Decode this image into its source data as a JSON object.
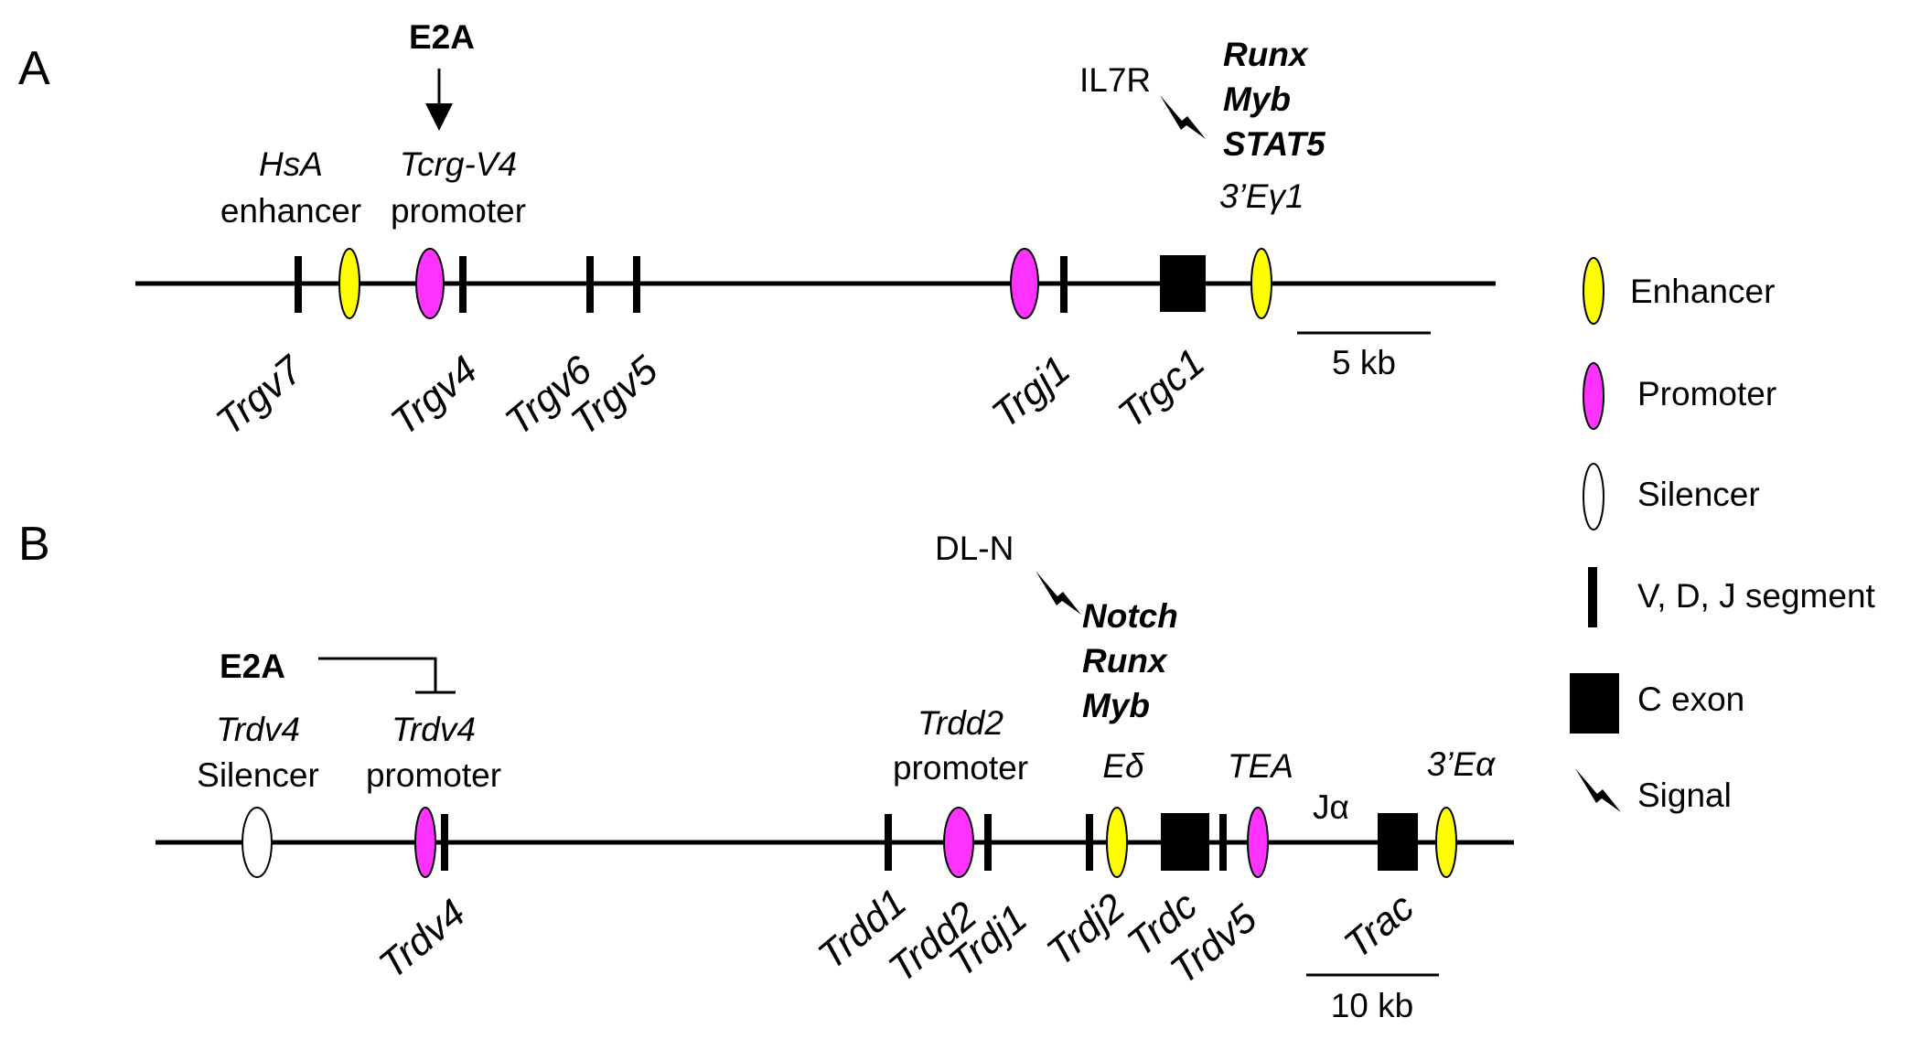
{
  "colors": {
    "enhancer": "#ffff00",
    "promoter": "#ff33ff",
    "silencer": "#ffffff",
    "line": "#000000"
  },
  "panel_a": {
    "letter": "A",
    "e2a": "E2A",
    "hsa_line1": "HsA",
    "hsa_line2": "enhancer",
    "tcrg_line1": "Tcrg-V4",
    "tcrg_line2": "promoter",
    "il7r": "IL7R",
    "tf1": "Runx",
    "tf2": "Myb",
    "tf3": "STAT5",
    "e3g1": "3’Eγ1",
    "genes": [
      "Trgv7",
      "Trgv4",
      "Trgv6",
      "Trgv5",
      "Trgj1",
      "Trgc1"
    ],
    "scale": "5 kb"
  },
  "panel_b": {
    "letter": "B",
    "dln": "DL-N",
    "tf1": "Notch",
    "tf2": "Runx",
    "tf3": "Myb",
    "e2a": "E2A",
    "sil_line1": "Trdv4",
    "sil_line2": "Silencer",
    "prom_line1": "Trdv4",
    "prom_line2": "promoter",
    "trdd2_line1": "Trdd2",
    "trdd2_line2": "promoter",
    "edelta": "Eδ",
    "tea": "TEA",
    "jalpha": "Jα",
    "e3a": "3’Eα",
    "genes": [
      "Trdv4",
      "Trdd1",
      "Trdd2",
      "Trdj1",
      "Trdj2",
      "Trdc",
      "Trdv5",
      "Trac"
    ],
    "scale": "10 kb"
  },
  "legend": {
    "enhancer": "Enhancer",
    "promoter": "Promoter",
    "silencer": "Silencer",
    "segment": "V, D, J segment",
    "cexon": "C exon",
    "signal": "Signal",
    "signal_icon": "lightning-bolt-icon"
  }
}
